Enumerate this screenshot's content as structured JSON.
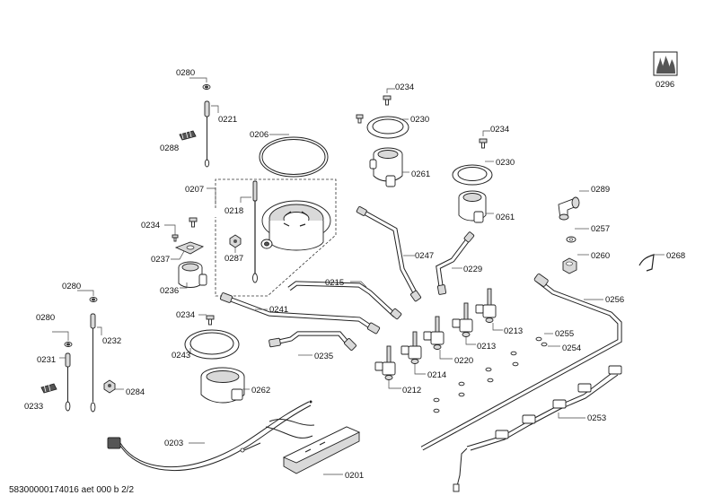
{
  "footer_code": "58300000174016 aet 000 b 2/2",
  "labels": {
    "l0296": "0296",
    "l0280a": "0280",
    "l0221": "0221",
    "l0288": "0288",
    "l0206": "0206",
    "l0207": "0207",
    "l0218": "0218",
    "l0234a": "0234",
    "l0237": "0237",
    "l0236": "0236",
    "l0287": "0287",
    "l0234b": "0234",
    "l0230a": "0230",
    "l0261a": "0261",
    "l0234c": "0234",
    "l0230b": "0230",
    "l0261b": "0261",
    "l0289": "0289",
    "l0257": "0257",
    "l0260": "0260",
    "l0268": "0268",
    "l0247": "0247",
    "l0229": "0229",
    "l0215": "0215",
    "l0256": "0256",
    "l0241": "0241",
    "l0234d": "0234",
    "l0280b": "0280",
    "l0280c": "0280",
    "l0232": "0232",
    "l0231": "0231",
    "l0233": "0233",
    "l0284": "0284",
    "l0243": "0243",
    "l0235": "0235",
    "l0262": "0262",
    "l0213a": "0213",
    "l0213b": "0213",
    "l0255": "0255",
    "l0254": "0254",
    "l0220": "0220",
    "l0214": "0214",
    "l0212": "0212",
    "l0253": "0253",
    "l0203": "0203",
    "l0201": "0201"
  }
}
